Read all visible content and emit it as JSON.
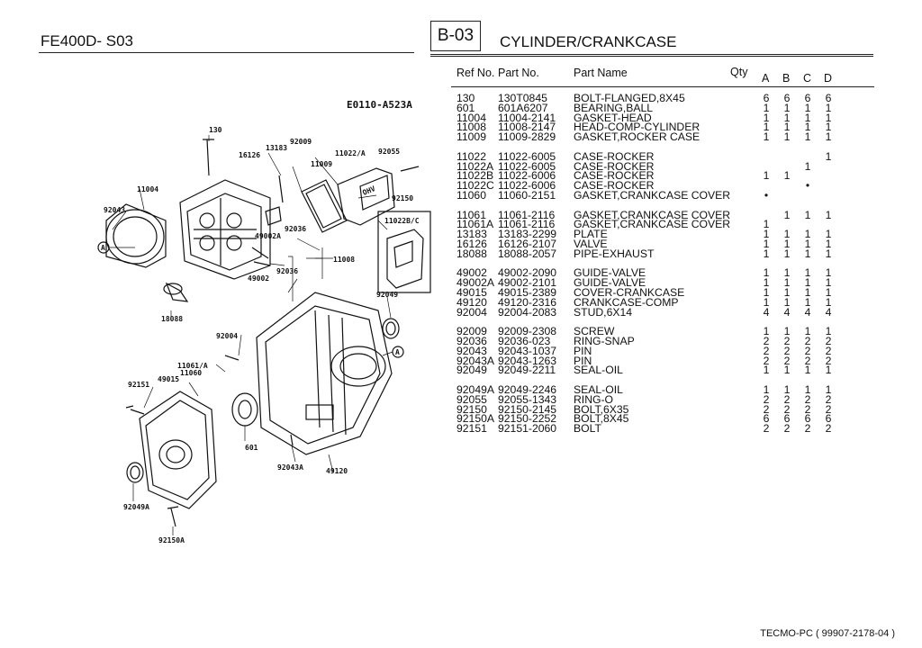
{
  "header": {
    "model": "FE400D- S03",
    "section_code": "B-03",
    "section_title": "CYLINDER/CRANKCASE"
  },
  "table": {
    "headers": {
      "ref_no": "Ref No.",
      "part_no": "Part No.",
      "part_name": "Part Name",
      "qty": "Qty",
      "a": "A",
      "b": "B",
      "c": "C",
      "d": "D"
    },
    "groups": [
      [
        {
          "ref": "130",
          "part": "130T0845",
          "name": "BOLT-FLANGED,8X45",
          "a": "6",
          "b": "6",
          "c": "6",
          "d": "6"
        },
        {
          "ref": "601",
          "part": "601A6207",
          "name": "BEARING,BALL",
          "a": "1",
          "b": "1",
          "c": "1",
          "d": "1"
        },
        {
          "ref": "11004",
          "part": "11004-2141",
          "name": "GASKET-HEAD",
          "a": "1",
          "b": "1",
          "c": "1",
          "d": "1"
        },
        {
          "ref": "11008",
          "part": "11008-2147",
          "name": "HEAD-COMP-CYLINDER",
          "a": "1",
          "b": "1",
          "c": "1",
          "d": "1"
        },
        {
          "ref": "11009",
          "part": "11009-2829",
          "name": "GASKET,ROCKER CASE",
          "a": "1",
          "b": "1",
          "c": "1",
          "d": "1"
        }
      ],
      [
        {
          "ref": "11022",
          "part": "11022-6005",
          "name": "CASE-ROCKER",
          "a": "",
          "b": "",
          "c": "",
          "d": "1"
        },
        {
          "ref": "11022A",
          "part": "11022-6005",
          "name": "CASE-ROCKER",
          "a": "",
          "b": "",
          "c": "1",
          "d": ""
        },
        {
          "ref": "11022B",
          "part": "11022-6006",
          "name": "CASE-ROCKER",
          "a": "1",
          "b": "1",
          "c": "",
          "d": ""
        },
        {
          "ref": "11022C",
          "part": "11022-6006",
          "name": "CASE-ROCKER",
          "a": "",
          "b": "",
          "c": "•",
          "d": ""
        },
        {
          "ref": "11060",
          "part": "11060-2151",
          "name": "GASKET,CRANKCASE COVER",
          "a": "•",
          "b": "",
          "c": "",
          "d": ""
        }
      ],
      [
        {
          "ref": "11061",
          "part": "11061-2116",
          "name": "GASKET,CRANKCASE COVER",
          "a": "",
          "b": "1",
          "c": "1",
          "d": "1"
        },
        {
          "ref": "11061A",
          "part": "11061-2116",
          "name": "GASKET,CRANKCASE COVER",
          "a": "1",
          "b": "",
          "c": "",
          "d": ""
        },
        {
          "ref": "13183",
          "part": "13183-2299",
          "name": "PLATE",
          "a": "1",
          "b": "1",
          "c": "1",
          "d": "1"
        },
        {
          "ref": "16126",
          "part": "16126-2107",
          "name": "VALVE",
          "a": "1",
          "b": "1",
          "c": "1",
          "d": "1"
        },
        {
          "ref": "18088",
          "part": "18088-2057",
          "name": "PIPE-EXHAUST",
          "a": "1",
          "b": "1",
          "c": "1",
          "d": "1"
        }
      ],
      [
        {
          "ref": "49002",
          "part": "49002-2090",
          "name": "GUIDE-VALVE",
          "a": "1",
          "b": "1",
          "c": "1",
          "d": "1"
        },
        {
          "ref": "49002A",
          "part": "49002-2101",
          "name": "GUIDE-VALVE",
          "a": "1",
          "b": "1",
          "c": "1",
          "d": "1"
        },
        {
          "ref": "49015",
          "part": "49015-2389",
          "name": "COVER-CRANKCASE",
          "a": "1",
          "b": "1",
          "c": "1",
          "d": "1"
        },
        {
          "ref": "49120",
          "part": "49120-2316",
          "name": "CRANKCASE-COMP",
          "a": "1",
          "b": "1",
          "c": "1",
          "d": "1"
        },
        {
          "ref": "92004",
          "part": "92004-2083",
          "name": "STUD,6X14",
          "a": "4",
          "b": "4",
          "c": "4",
          "d": "4"
        }
      ],
      [
        {
          "ref": "92009",
          "part": "92009-2308",
          "name": "SCREW",
          "a": "1",
          "b": "1",
          "c": "1",
          "d": "1"
        },
        {
          "ref": "92036",
          "part": "92036-023",
          "name": "RING-SNAP",
          "a": "2",
          "b": "2",
          "c": "2",
          "d": "2"
        },
        {
          "ref": "92043",
          "part": "92043-1037",
          "name": "PIN",
          "a": "2",
          "b": "2",
          "c": "2",
          "d": "2"
        },
        {
          "ref": "92043A",
          "part": "92043-1263",
          "name": "PIN",
          "a": "2",
          "b": "2",
          "c": "2",
          "d": "2"
        },
        {
          "ref": "92049",
          "part": "92049-2211",
          "name": "SEAL-OIL",
          "a": "1",
          "b": "1",
          "c": "1",
          "d": "1"
        }
      ],
      [
        {
          "ref": "92049A",
          "part": "92049-2246",
          "name": "SEAL-OIL",
          "a": "1",
          "b": "1",
          "c": "1",
          "d": "1"
        },
        {
          "ref": "92055",
          "part": "92055-1343",
          "name": "RING-O",
          "a": "2",
          "b": "2",
          "c": "2",
          "d": "2"
        },
        {
          "ref": "92150",
          "part": "92150-2145",
          "name": "BOLT,6X35",
          "a": "2",
          "b": "2",
          "c": "2",
          "d": "2"
        },
        {
          "ref": "92150A",
          "part": "92150-2252",
          "name": "BOLT,8X45",
          "a": "6",
          "b": "6",
          "c": "6",
          "d": "6"
        },
        {
          "ref": "92151",
          "part": "92151-2060",
          "name": "BOLT",
          "a": "2",
          "b": "2",
          "c": "2",
          "d": "2"
        }
      ]
    ]
  },
  "diagram": {
    "drawing_code": "E0110-A523A",
    "callout_a": "A",
    "ohv_text": "OHV",
    "labels": {
      "l130": "130",
      "l16126": "16126",
      "l13183": "13183",
      "l92009": "92009",
      "l11022A": "11022/A",
      "l92055": "92055",
      "l11009": "11009",
      "l11004": "11004",
      "l92043": "92043",
      "l49002A": "49002A",
      "l92036a": "92036",
      "l92150": "92150",
      "l11022BC": "11022B/C",
      "l11008": "11008",
      "l92036b": "92036",
      "l49002": "49002",
      "l92049": "92049",
      "l18088": "18088",
      "l92004": "92004",
      "l11061A": "11061/A",
      "l11060": "11060",
      "l49015": "49015",
      "l92151": "92151",
      "l601": "601",
      "l92043A": "92043A",
      "l49120": "49120",
      "l92049A": "92049A",
      "l92150A": "92150A"
    }
  },
  "footer": {
    "text": "TECMO-PC ( 99907-2178-04 )"
  }
}
